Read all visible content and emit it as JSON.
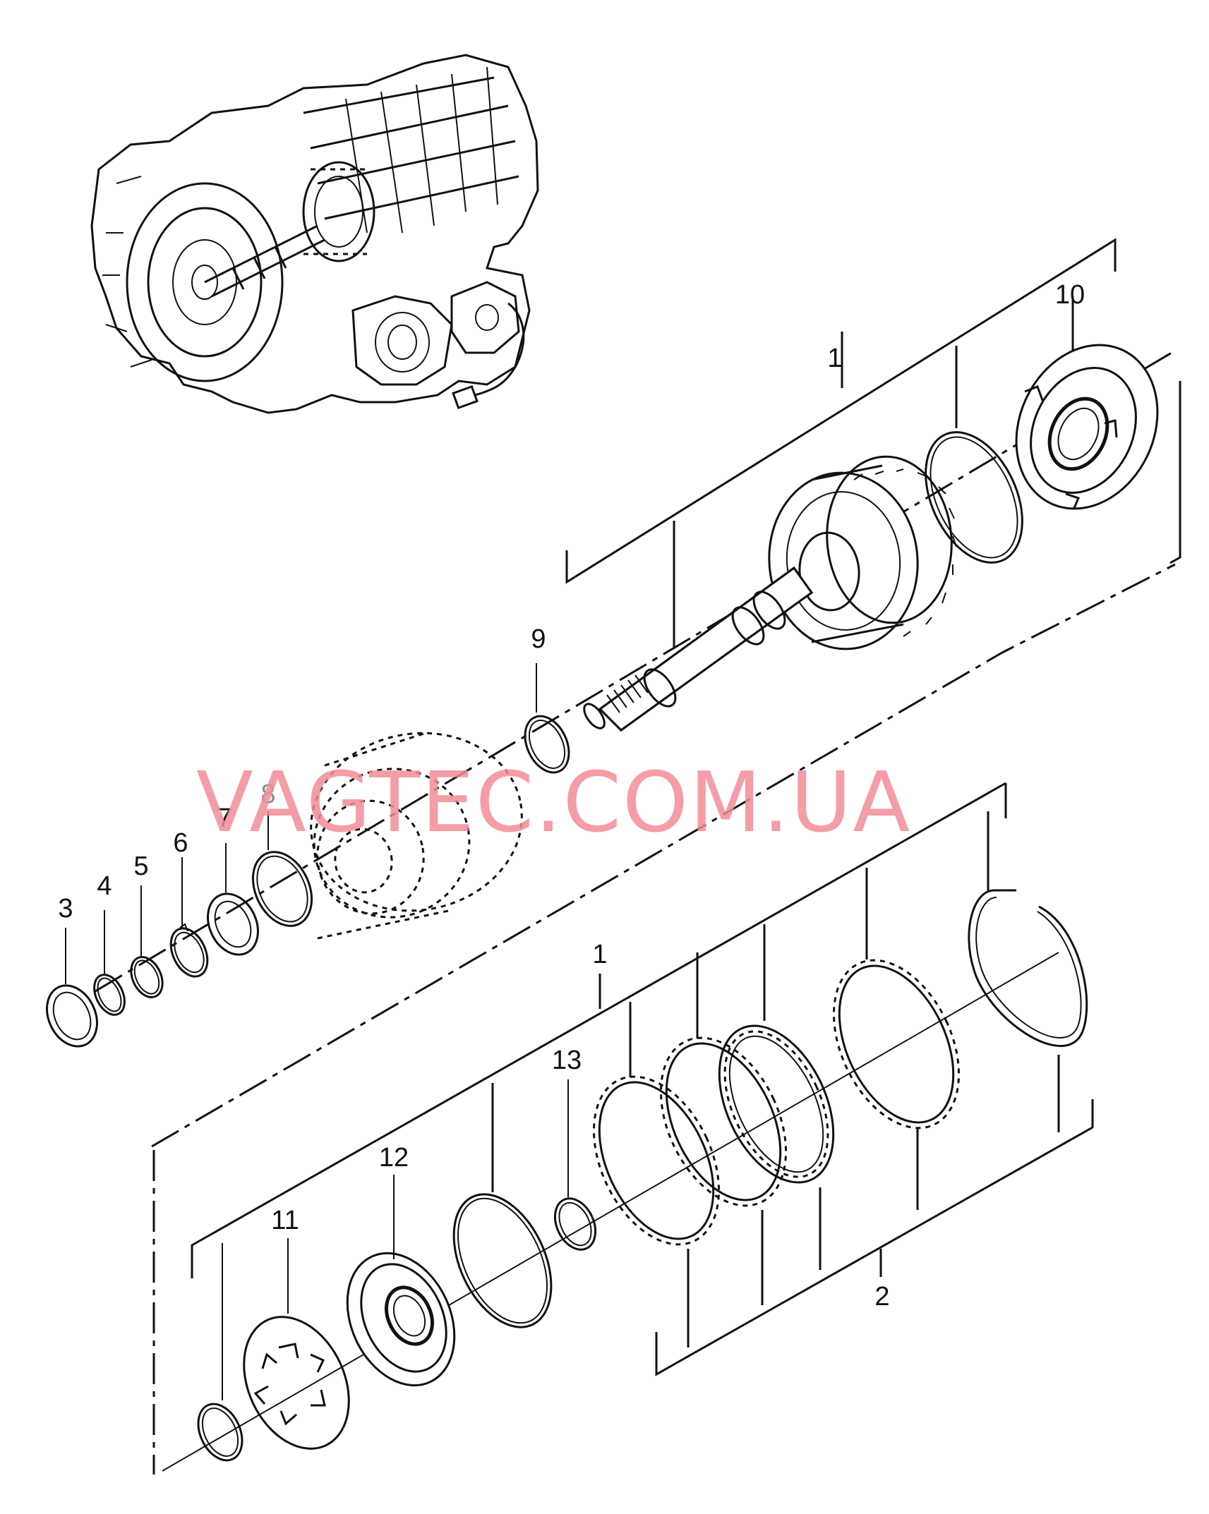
{
  "watermark": {
    "text": "VAGTEC.COM.UA",
    "color": "#f28c98"
  },
  "callouts": {
    "c1_top": "1",
    "c1_bottom": "1",
    "c2": "2",
    "c3": "3",
    "c4": "4",
    "c5": "5",
    "c6": "6",
    "c7": "7",
    "c8": "8",
    "c9": "9",
    "c10": "10",
    "c11": "11",
    "c12": "12",
    "c13": "13"
  },
  "colors": {
    "ink": "#111111",
    "callout_grey": "#8a8a8a",
    "background": "#ffffff"
  }
}
